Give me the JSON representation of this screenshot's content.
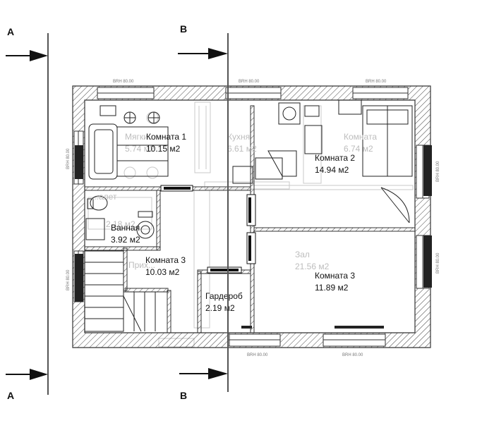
{
  "sections": {
    "a_top": "A",
    "a_bottom": "A",
    "b_top": "B",
    "b_bottom": "B"
  },
  "window_tags": {
    "top_1": "BRH 80.00",
    "top_2": "BRH 80.00",
    "top_3": "BRH 80.00",
    "bottom_1": "BRH 80.00",
    "bottom_2": "BRH 80.00",
    "left_1": "BRH 80.00",
    "left_2": "BRH 80.00",
    "right_1": "BRH 80.00",
    "right_2": "BRH 80.00"
  },
  "rooms": {
    "room1": {
      "name": "Комната 1",
      "area": "10.15 м2"
    },
    "room2": {
      "name": "Комната 2",
      "area": "14.94 м2"
    },
    "room3_right": {
      "name": "Комната 3",
      "area": "11.89 м2"
    },
    "room3_left": {
      "name": "Комната 3",
      "area": "10.03 м2"
    },
    "bath": {
      "name": "Ванная",
      "area": "3.92 м2"
    },
    "wardrobe": {
      "name": "Гардероб",
      "area": "2.19 м2"
    }
  },
  "ghost_labels": {
    "soft": "Мягки...",
    "soft_area": "5.74 м2",
    "kitchen": "Кухня",
    "kitchen_area": "6.61 м2",
    "room": "Комната",
    "room_area": "6.74 м2",
    "wc": "...алет",
    "wc_area": "2.18 м2",
    "hall": "Зал",
    "hall_area": "21.56 м2",
    "entry": "Прих..."
  },
  "colors": {
    "wall": "#333333",
    "ghost": "#bdbdbd",
    "text": "#111111",
    "section_line": "#555555"
  }
}
